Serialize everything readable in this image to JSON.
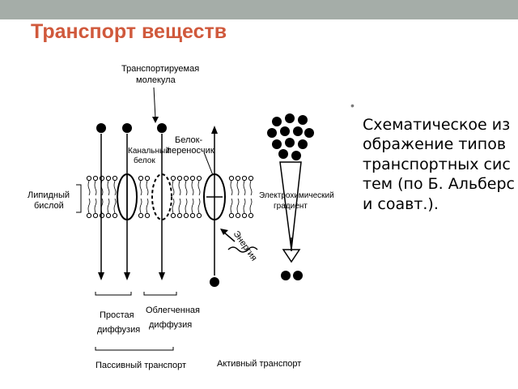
{
  "slide": {
    "title": "Транспорт веществ",
    "caption": "Схематическое изображение типов транспортных систем (по Б. Альберс и соавт.).",
    "bullet": "•"
  },
  "diagram": {
    "labels": {
      "transported_molecule_1": "Транспортируемая",
      "transported_molecule_2": "молекула",
      "carrier_1": "Белок-",
      "carrier_2": "переносчик",
      "channel_1": "Канальный",
      "channel_2": "белок",
      "lipid_1": "Липидный",
      "lipid_2": "бислой",
      "gradient_1": "Электрохимический",
      "gradient_2": "градиент",
      "energy": "Энергия",
      "simple_1": "Простая",
      "simple_2": "диффузия",
      "facilitated_1": "Облегченная",
      "facilitated_2": "диффузия",
      "passive": "Пассивный транспорт",
      "active": "Активный транспорт"
    }
  },
  "colors": {
    "title": "#d0593c",
    "top_bar": "#a5ada8"
  }
}
